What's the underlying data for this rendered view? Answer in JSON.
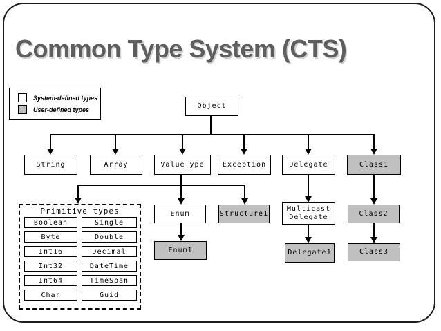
{
  "slide": {
    "title": "Common Type System (CTS)"
  },
  "legend": {
    "items": [
      {
        "label": "System-defined types",
        "kind": "system",
        "swatch_color": "#ffffff"
      },
      {
        "label": "User-defined types",
        "kind": "user",
        "swatch_color": "#c0c0c0"
      }
    ]
  },
  "colors": {
    "system_defined_fill": "#ffffff",
    "user_defined_fill": "#c0c0c0",
    "connector": "#000000",
    "title_text": "#5e5e5e"
  },
  "diagram": {
    "nodes": [
      {
        "id": "object",
        "label": "Object",
        "kind": "system"
      },
      {
        "id": "string",
        "label": "String",
        "kind": "system"
      },
      {
        "id": "array",
        "label": "Array",
        "kind": "system"
      },
      {
        "id": "valuetype",
        "label": "ValueType",
        "kind": "system"
      },
      {
        "id": "exception",
        "label": "Exception",
        "kind": "system"
      },
      {
        "id": "delegate",
        "label": "Delegate",
        "kind": "system"
      },
      {
        "id": "class1",
        "label": "Class1",
        "kind": "user"
      },
      {
        "id": "enum",
        "label": "Enum",
        "kind": "system"
      },
      {
        "id": "structure1",
        "label": "Structure1",
        "kind": "user"
      },
      {
        "id": "multicast-delegate",
        "label": "Multicast Delegate",
        "kind": "system"
      },
      {
        "id": "class2",
        "label": "Class2",
        "kind": "user"
      },
      {
        "id": "enum1",
        "label": "Enum1",
        "kind": "user"
      },
      {
        "id": "delegate1",
        "label": "Delegate1",
        "kind": "user"
      },
      {
        "id": "class3",
        "label": "Class3",
        "kind": "user"
      }
    ],
    "primitive_panel": {
      "title": "Primitive types",
      "left_column": [
        "Boolean",
        "Byte",
        "Int16",
        "Int32",
        "Int64",
        "Char"
      ],
      "right_column": [
        "Single",
        "Double",
        "Decimal",
        "DateTime",
        "TimeSpan",
        "Guid"
      ]
    }
  }
}
